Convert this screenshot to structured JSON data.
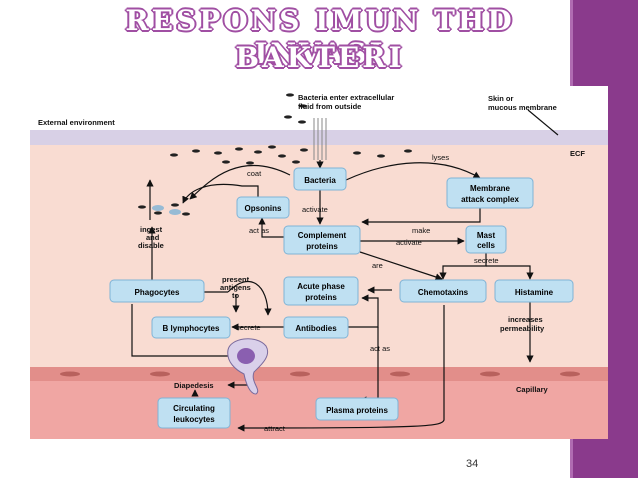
{
  "title_line1": "RESPONS IMUN THD INVASI",
  "title_line2": "BAKTERI",
  "page_number": "34",
  "labels": {
    "bacteria_enter_1": "Bacteria enter extracellular",
    "bacteria_enter_2": "fluid from outside",
    "skin_1": "Skin or",
    "skin_2": "mucous membrane",
    "external": "External environment",
    "ecf": "ECF",
    "lyses": "lyses",
    "coat": "coat",
    "ingest_1": "ingest",
    "ingest_2": "and",
    "ingest_3": "disable",
    "activate1": "activate",
    "act_as1": "act as",
    "make": "make",
    "activate2": "activate",
    "are": "are",
    "secrete1": "secrete",
    "present_1": "present",
    "present_2": "antigens",
    "present_3": "to",
    "secrete2": "secrete",
    "increases_1": "increases",
    "increases_2": "permeability",
    "act_as2": "act as",
    "diapedesis": "Diapedesis",
    "capillary": "Capillary",
    "attract": "attract"
  },
  "boxes": {
    "bacteria": "Bacteria",
    "opsonins": "Opsonins",
    "complement_1": "Complement",
    "complement_2": "proteins",
    "mac_1": "Membrane",
    "mac_2": "attack complex",
    "mast_1": "Mast",
    "mast_2": "cells",
    "phagocytes": "Phagocytes",
    "acute_1": "Acute phase",
    "acute_2": "proteins",
    "chemotaxins": "Chemotaxins",
    "histamine": "Histamine",
    "blymph": "B lymphocytes",
    "antibodies": "Antibodies",
    "circ_1": "Circulating",
    "circ_2": "leukocytes",
    "plasma": "Plasma proteins"
  },
  "colors": {
    "sidebar": "#8a3a8c",
    "ecf_fill": "#f9dcd2",
    "membrane": "#d8d0e6",
    "capillary_wall": "#e28e8a",
    "capillary_fill": "#f0a6a3",
    "box_fill": "#bfe0f2",
    "box_stroke": "#7fb3d6"
  }
}
